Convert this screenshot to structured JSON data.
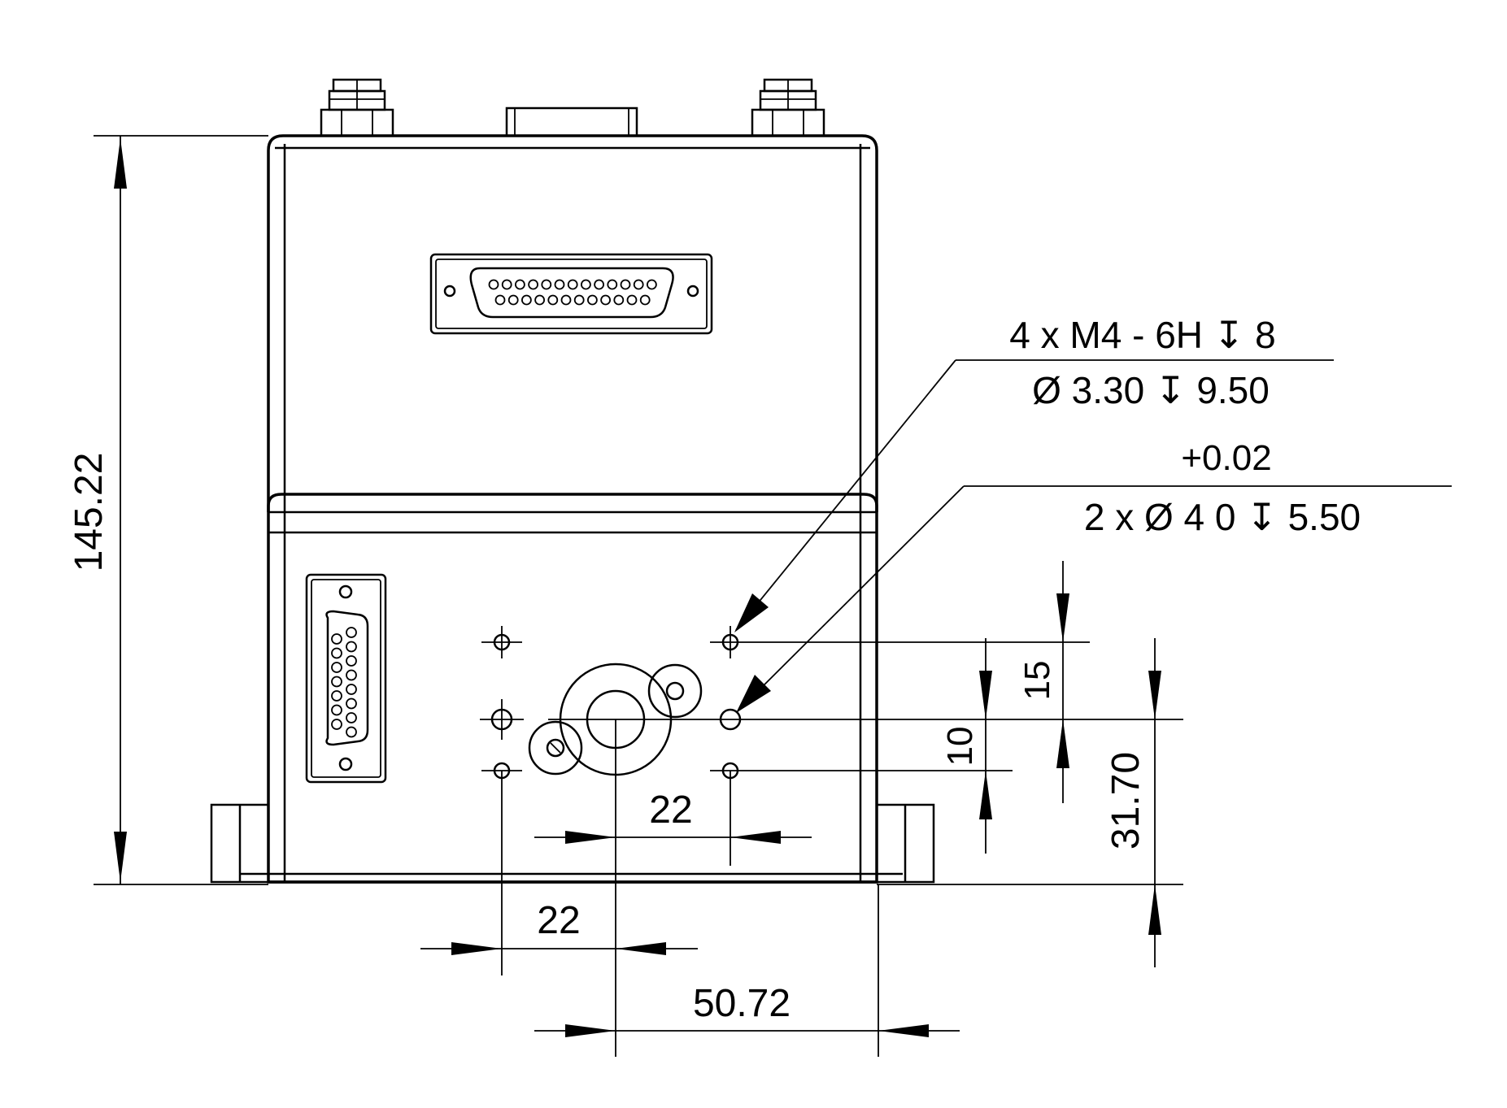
{
  "dimensions": {
    "height": "145.22",
    "width_hole_to_edge": "50.72",
    "hole_offset_22_upper": "22",
    "hole_offset_22_lower": "22",
    "vertical_15": "15",
    "vertical_10": "10",
    "vertical_31_70": "31.70"
  },
  "callouts": {
    "threaded_holes": {
      "line1": "4 x M4 - 6H ↧ 8",
      "line2": "Ø 3.30 ↧ 9.50"
    },
    "pin_holes": {
      "tolerance": "+0.02",
      "line": "2 x Ø 4 0 ↧ 5.50"
    }
  },
  "connectors": {
    "top_dsub_pins": 25,
    "side_dsub_pins": 15
  }
}
